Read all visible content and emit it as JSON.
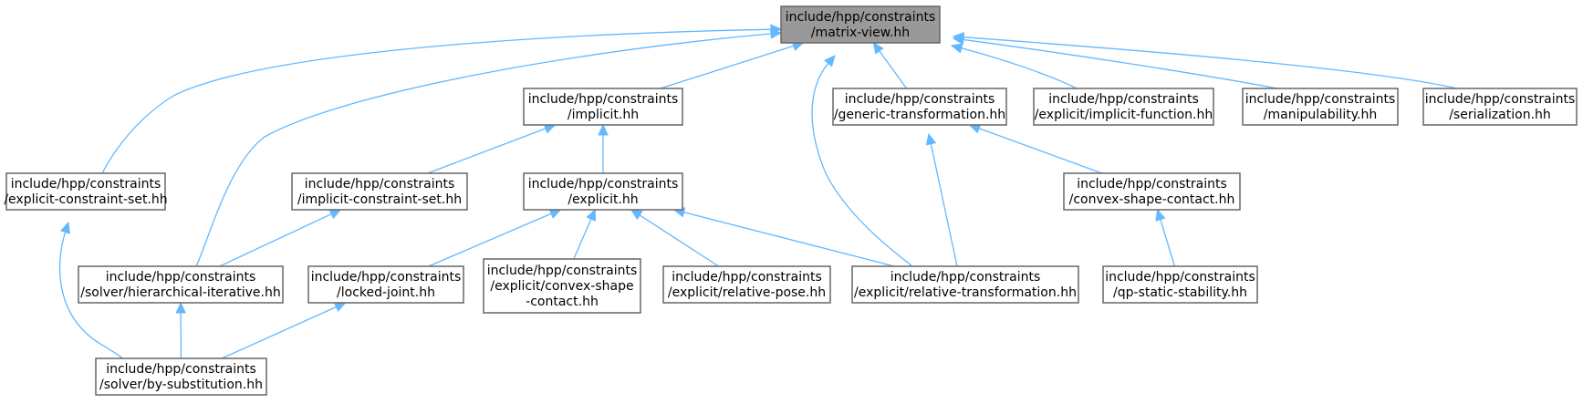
{
  "diagram": {
    "nodes": [
      {
        "id": "matrix_view",
        "root": true,
        "lines": [
          "include/hpp/constraints",
          "/matrix-view.hh"
        ]
      },
      {
        "id": "explicit_constraint_set",
        "lines": [
          "include/hpp/constraints",
          "/explicit-constraint-set.hh"
        ]
      },
      {
        "id": "implicit",
        "lines": [
          "include/hpp/constraints",
          "/implicit.hh"
        ]
      },
      {
        "id": "generic_transformation",
        "lines": [
          "include/hpp/constraints",
          "/generic-transformation.hh"
        ]
      },
      {
        "id": "implicit_function",
        "lines": [
          "include/hpp/constraints",
          "/explicit/implicit-function.hh"
        ]
      },
      {
        "id": "manipulability",
        "lines": [
          "include/hpp/constraints",
          "/manipulability.hh"
        ]
      },
      {
        "id": "serialization",
        "lines": [
          "include/hpp/constraints",
          "/serialization.hh"
        ]
      },
      {
        "id": "implicit_constraint_set",
        "lines": [
          "include/hpp/constraints",
          "/implicit-constraint-set.hh"
        ]
      },
      {
        "id": "explicit",
        "lines": [
          "include/hpp/constraints",
          "/explicit.hh"
        ]
      },
      {
        "id": "convex_shape_contact",
        "lines": [
          "include/hpp/constraints",
          "/convex-shape-contact.hh"
        ]
      },
      {
        "id": "hierarchical_iterative",
        "lines": [
          "include/hpp/constraints",
          "/solver/hierarchical-iterative.hh"
        ]
      },
      {
        "id": "locked_joint",
        "lines": [
          "include/hpp/constraints",
          "/locked-joint.hh"
        ]
      },
      {
        "id": "explicit_convex_shape_contact",
        "lines": [
          "include/hpp/constraints",
          "/explicit/convex-shape",
          "-contact.hh"
        ]
      },
      {
        "id": "relative_pose",
        "lines": [
          "include/hpp/constraints",
          "/explicit/relative-pose.hh"
        ]
      },
      {
        "id": "relative_transformation",
        "lines": [
          "include/hpp/constraints",
          "/explicit/relative-transformation.hh"
        ]
      },
      {
        "id": "qp_static_stability",
        "lines": [
          "include/hpp/constraints",
          "/qp-static-stability.hh"
        ]
      },
      {
        "id": "by_substitution",
        "lines": [
          "include/hpp/constraints",
          "/solver/by-substitution.hh"
        ]
      }
    ],
    "edges": [
      {
        "from": "explicit_constraint_set",
        "to": "matrix_view"
      },
      {
        "from": "hierarchical_iterative",
        "to": "matrix_view"
      },
      {
        "from": "implicit",
        "to": "matrix_view"
      },
      {
        "from": "relative_transformation",
        "to": "matrix_view"
      },
      {
        "from": "generic_transformation",
        "to": "matrix_view"
      },
      {
        "from": "implicit_function",
        "to": "matrix_view"
      },
      {
        "from": "manipulability",
        "to": "matrix_view"
      },
      {
        "from": "serialization",
        "to": "matrix_view"
      },
      {
        "from": "implicit_constraint_set",
        "to": "implicit"
      },
      {
        "from": "explicit",
        "to": "implicit"
      },
      {
        "from": "relative_transformation",
        "to": "generic_transformation"
      },
      {
        "from": "convex_shape_contact",
        "to": "generic_transformation"
      },
      {
        "from": "by_substitution",
        "to": "explicit_constraint_set"
      },
      {
        "from": "hierarchical_iterative",
        "to": "implicit_constraint_set"
      },
      {
        "from": "locked_joint",
        "to": "explicit"
      },
      {
        "from": "explicit_convex_shape_contact",
        "to": "explicit"
      },
      {
        "from": "relative_pose",
        "to": "explicit"
      },
      {
        "from": "relative_transformation",
        "to": "explicit"
      },
      {
        "from": "qp_static_stability",
        "to": "convex_shape_contact"
      },
      {
        "from": "by_substitution",
        "to": "hierarchical_iterative"
      },
      {
        "from": "by_substitution",
        "to": "locked_joint"
      }
    ]
  }
}
